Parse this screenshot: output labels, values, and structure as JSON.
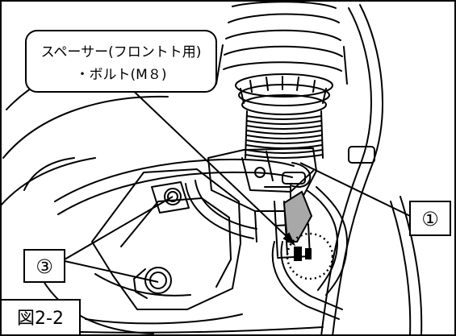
{
  "callout": {
    "line1": "スペーサー(フロントト用)",
    "line2": "・ボルト(M８)"
  },
  "labels": {
    "one": "①",
    "three": "③"
  },
  "figure_label": "図2-2"
}
